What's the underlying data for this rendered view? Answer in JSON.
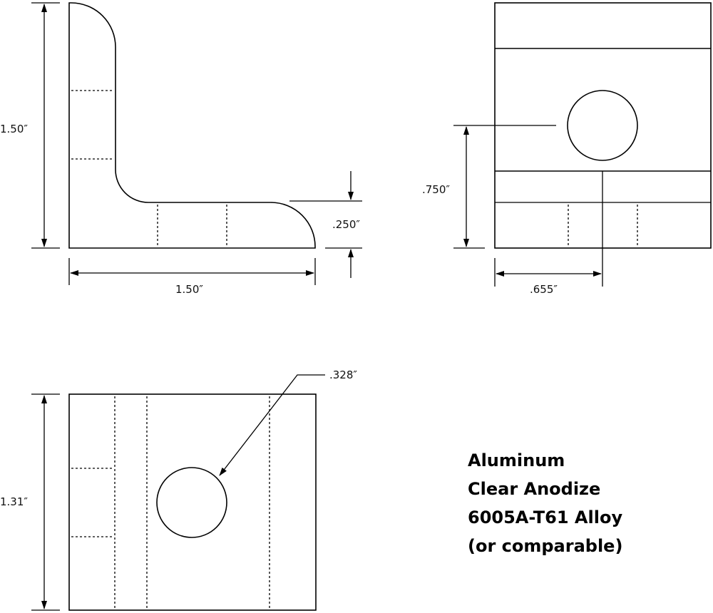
{
  "dimensions": {
    "side_height": "1.50″",
    "side_width": "1.50″",
    "flange_thickness": ".250″",
    "hole_height": ".750″",
    "hole_offset": ".655″",
    "hole_diameter": ".328″",
    "base_depth": "1.31″"
  },
  "spec": {
    "line1": "Aluminum",
    "line2": "Clear Anodize",
    "line3": "6005A-T61 Alloy",
    "line4": "(or comparable)"
  }
}
